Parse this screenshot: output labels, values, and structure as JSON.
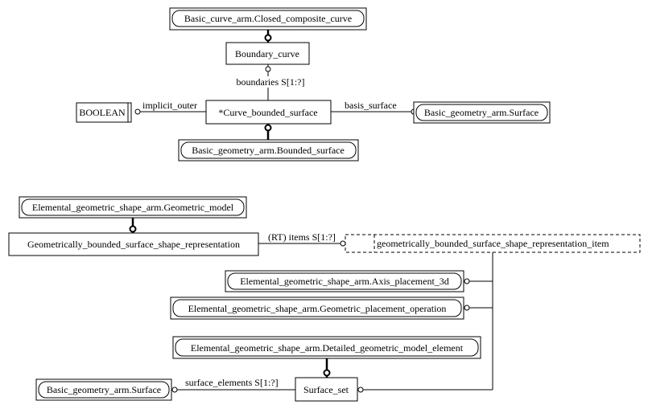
{
  "diagram": {
    "entities": {
      "closed_composite_curve": "Basic_curve_arm.Closed_composite_curve",
      "boundary_curve": "Boundary_curve",
      "boolean": "BOOLEAN",
      "curve_bounded_surface": "*Curve_bounded_surface",
      "surface_top": "Basic_geometry_arm.Surface",
      "bounded_surface": "Basic_geometry_arm.Bounded_surface",
      "geometric_model": "Elemental_geometric_shape_arm.Geometric_model",
      "gbssr": "Geometrically_bounded_surface_shape_representation",
      "gbssr_item": "geometrically_bounded_surface_shape_representation_item",
      "axis_placement_3d": "Elemental_geometric_shape_arm.Axis_placement_3d",
      "geometric_placement_operation": "Elemental_geometric_shape_arm.Geometric_placement_operation",
      "detailed_geometric_model_element": "Elemental_geometric_shape_arm.Detailed_geometric_model_element",
      "surface_bottom": "Basic_geometry_arm.Surface",
      "surface_set": "Surface_set"
    },
    "relations": {
      "boundaries": "boundaries S[1:?]",
      "implicit_outer": "implicit_outer",
      "basis_surface": "basis_surface",
      "items": "(RT) items S[1:?]",
      "surface_elements": "surface_elements S[1:?]"
    }
  }
}
